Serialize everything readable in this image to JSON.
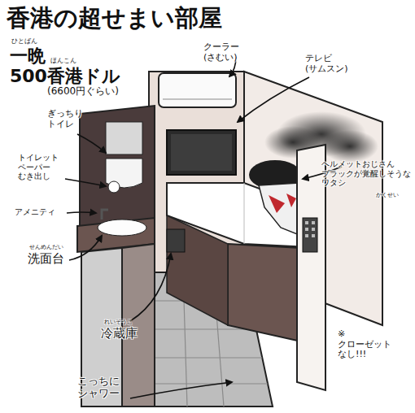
{
  "diagram": {
    "title": "香港の超せまい部屋",
    "labels": [
      "ひとばん",
      "ほんこん",
      "一晩 500香港ドル",
      "(6600円ぐらい)",
      "クーラー(さむい)",
      "テレビ (サムスン)",
      "ぎっちり トイレ",
      "トイレット ペーパー むき出し",
      "アメニティ",
      "せんめんだい",
      "洗面台",
      "れいぞうこ",
      "冷蔵庫",
      "ヘルメットおじさん ブラックが覚醒しそうな ワタシ",
      "かくせい",
      "※クローゼット なし!!!",
      "こっちに シャワー"
    ]
  }
}
